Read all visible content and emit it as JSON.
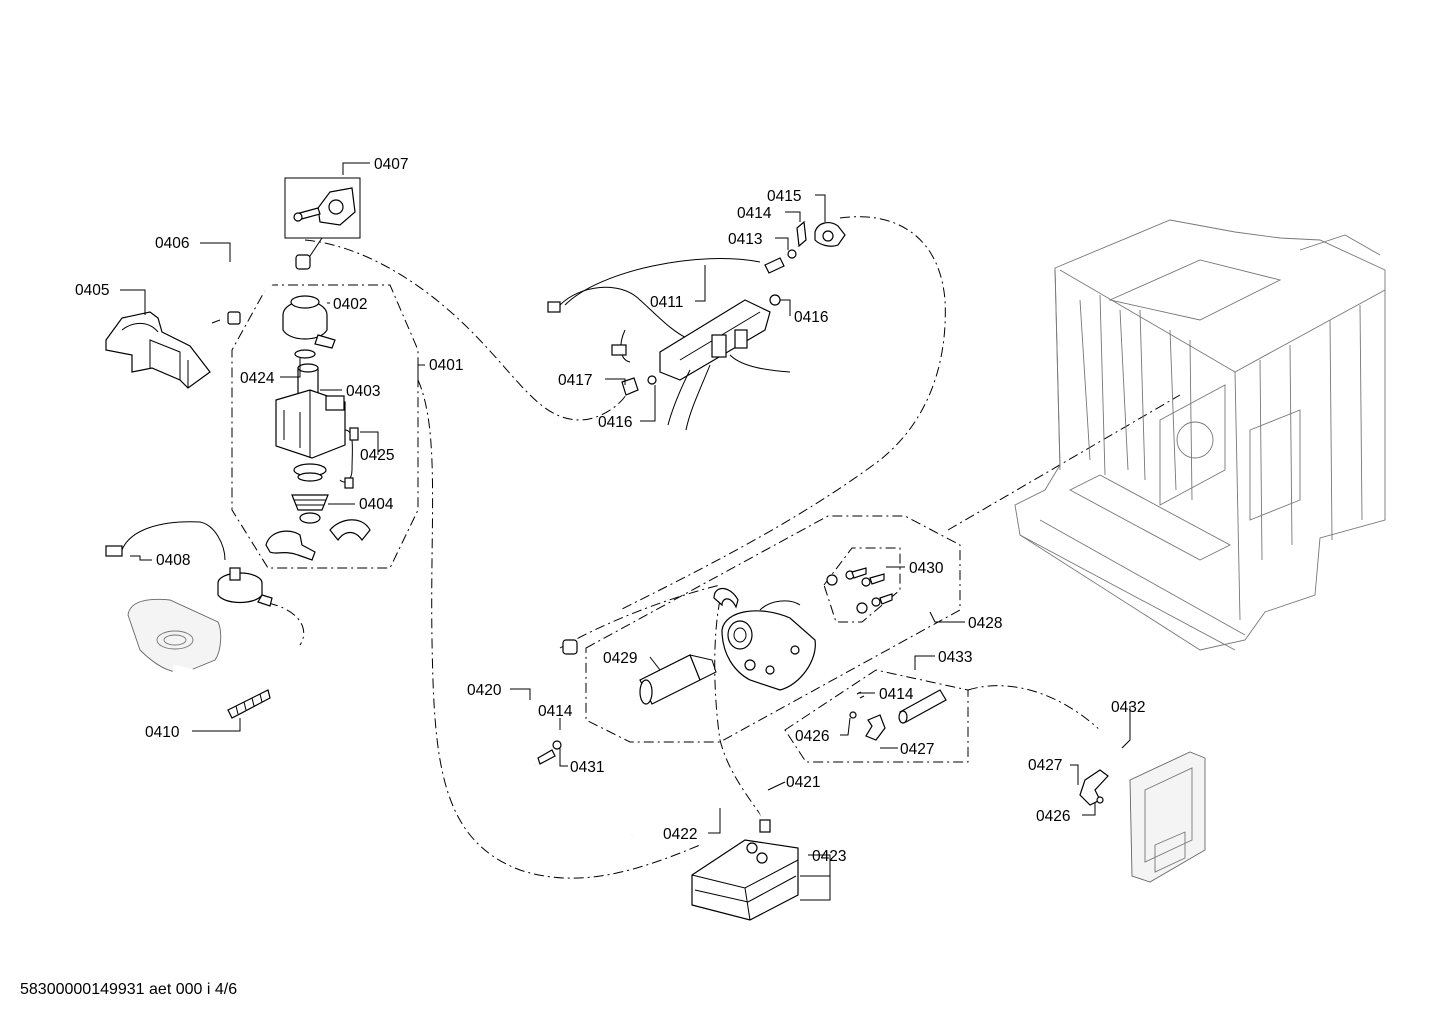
{
  "callouts": {
    "c0401": "0401",
    "c0402": "0402",
    "c0403": "0403",
    "c0404": "0404",
    "c0405": "0405",
    "c0406": "0406",
    "c0407": "0407",
    "c0408": "0408",
    "c0410": "0410",
    "c0411": "0411",
    "c0413": "0413",
    "c0414a": "0414",
    "c0415": "0415",
    "c0416a": "0416",
    "c0416b": "0416",
    "c0417": "0417",
    "c0420": "0420",
    "c0421": "0421",
    "c0422": "0422",
    "c0423": "0423",
    "c0424": "0424",
    "c0425": "0425",
    "c0426a": "0426",
    "c0426b": "0426",
    "c0427a": "0427",
    "c0427b": "0427",
    "c0428": "0428",
    "c0429": "0429",
    "c0430": "0430",
    "c0431": "0431",
    "c0432": "0432",
    "c0433": "0433",
    "c0414b": "0414",
    "c0414c": "0414"
  },
  "footer": {
    "doc_id": "58300000149931 aet 000 i 4/6"
  }
}
